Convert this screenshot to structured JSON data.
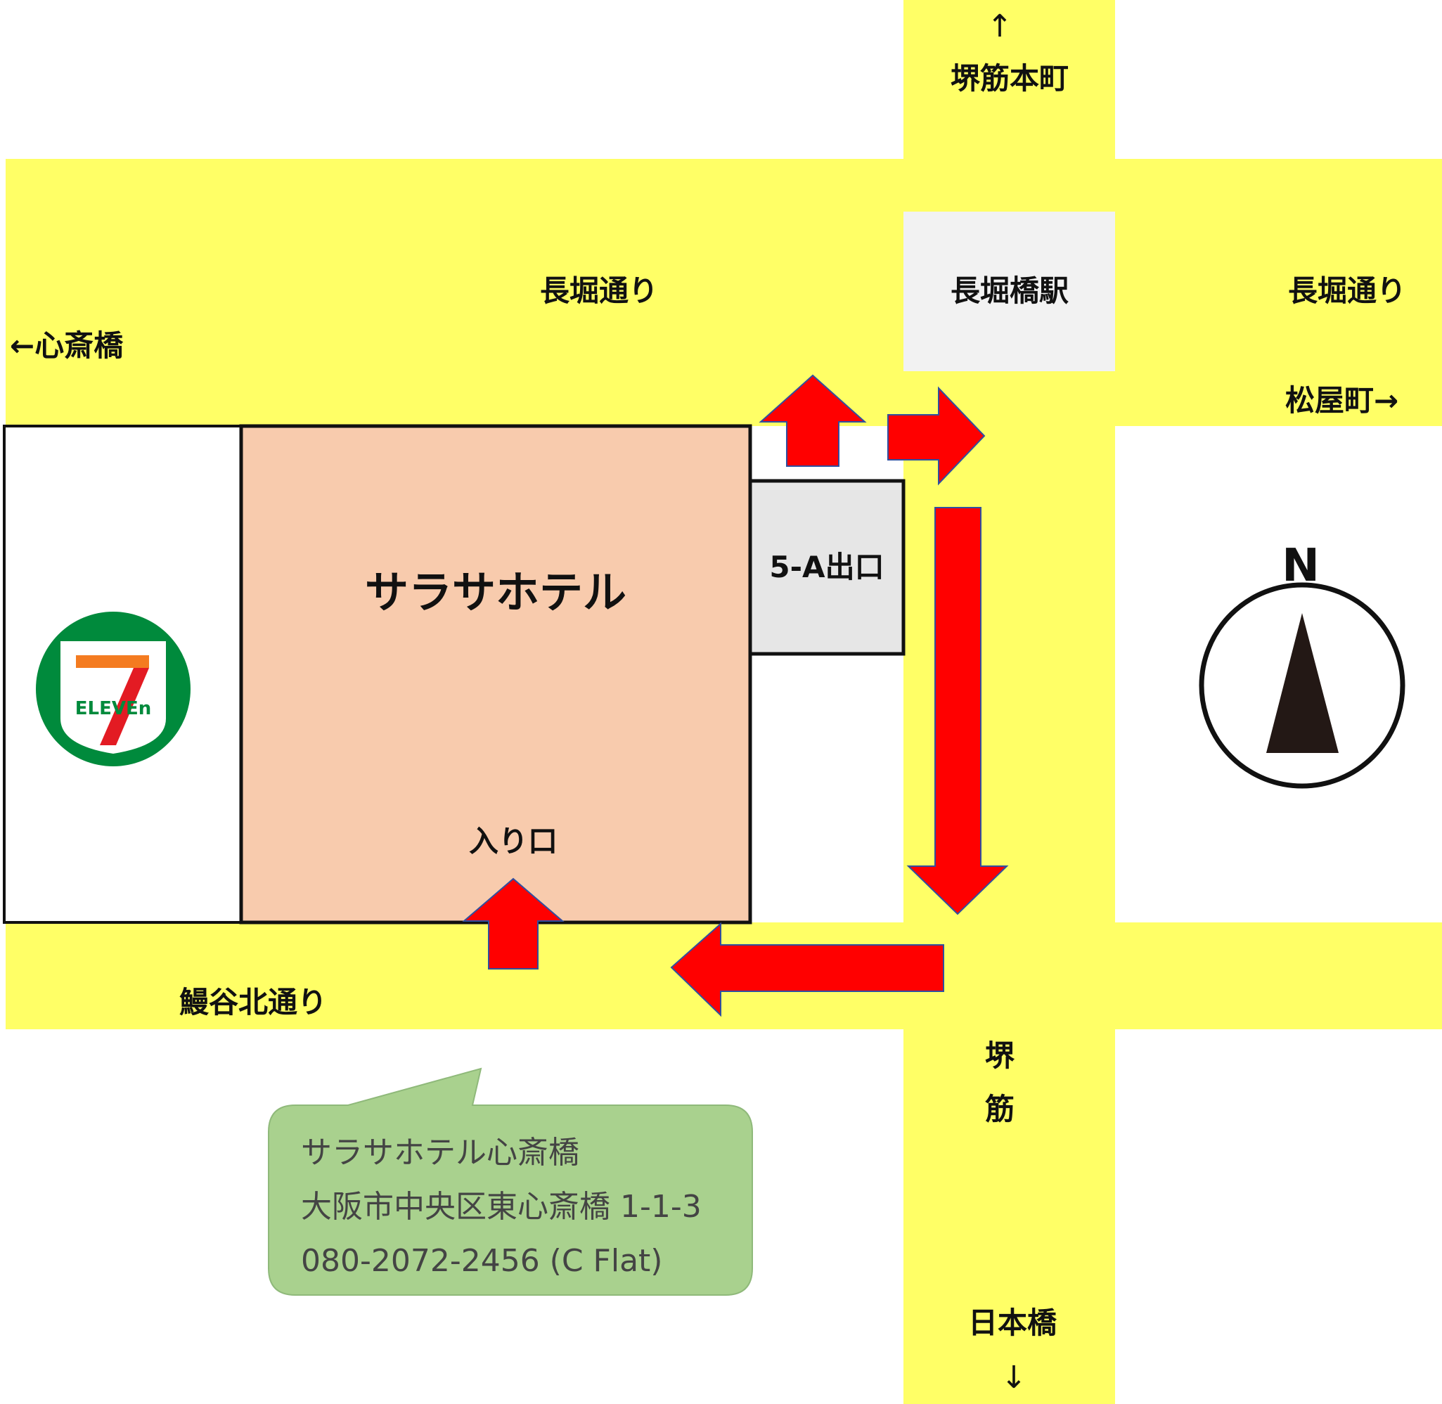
{
  "colors": {
    "road": "#ffff66",
    "station_fill": "#f2f2f2",
    "hotel_fill": "#f8cbad",
    "exit_fill": "#e6e6e6",
    "arrow": "#ff0000",
    "arrow_outline": "#2f4fa0",
    "callout_fill": "#a9d18e",
    "seven_eleven_green": "#008a3c",
    "seven_eleven_orange": "#f47b20",
    "seven_eleven_red": "#e31b23"
  },
  "labels": {
    "north_street": "堺筋本町",
    "up_arrow": "↑",
    "nagahori_west": "長堀通り",
    "nagahori_east": "長堀通り",
    "station": "長堀橋駅",
    "shinsaibashi": "←心斎橋",
    "matsuyamachi": "松屋町→",
    "hotel": "サラサホテル",
    "exit": "5-A出口",
    "entrance": "入り口",
    "unagidani": "鰻谷北通り",
    "sakai": "堺",
    "suji": "筋",
    "nipponbashi": "日本橋",
    "down_arrow": "↓",
    "compass": "N"
  },
  "seven_eleven": {
    "numeral": "7",
    "word": "ELEVEn",
    "icon": "seven-eleven-logo-icon"
  },
  "callout": {
    "name": "サラサホテル心斎橋",
    "address": "大阪市中央区東心斎橋 1-1-3",
    "phone": "080-2072-2456 (C Flat)"
  }
}
